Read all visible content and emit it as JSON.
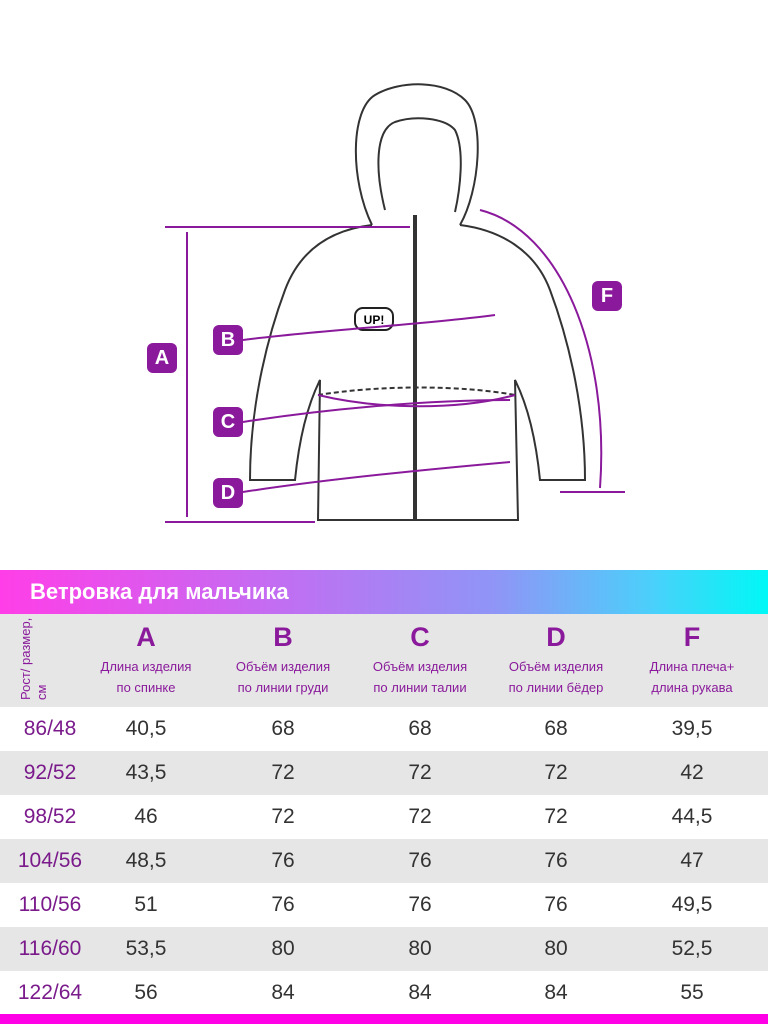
{
  "diagram": {
    "labels": {
      "A": "A",
      "B": "B",
      "C": "C",
      "D": "D",
      "F": "F"
    },
    "logo": "UP!"
  },
  "title": "Ветровка для мальчика",
  "table": {
    "row_header": "Рост/ размер, см",
    "columns": [
      {
        "letter": "A",
        "desc1": "Длина изделия",
        "desc2": "по спинке"
      },
      {
        "letter": "B",
        "desc1": "Объём изделия",
        "desc2": "по линии груди"
      },
      {
        "letter": "C",
        "desc1": "Объём изделия",
        "desc2": "по линии талии"
      },
      {
        "letter": "D",
        "desc1": "Объём изделия",
        "desc2": "по линии бёдер"
      },
      {
        "letter": "F",
        "desc1": "Длина плеча+",
        "desc2": "длина рукава"
      }
    ],
    "rows": [
      {
        "size": "86/48",
        "values": [
          "40,5",
          "68",
          "68",
          "68",
          "39,5"
        ]
      },
      {
        "size": "92/52",
        "values": [
          "43,5",
          "72",
          "72",
          "72",
          "42"
        ]
      },
      {
        "size": "98/52",
        "values": [
          "46",
          "72",
          "72",
          "72",
          "44,5"
        ]
      },
      {
        "size": "104/56",
        "values": [
          "48,5",
          "76",
          "76",
          "76",
          "47"
        ]
      },
      {
        "size": "110/56",
        "values": [
          "51",
          "76",
          "76",
          "76",
          "49,5"
        ]
      },
      {
        "size": "116/60",
        "values": [
          "53,5",
          "80",
          "80",
          "80",
          "52,5"
        ]
      },
      {
        "size": "122/64",
        "values": [
          "56",
          "84",
          "84",
          "84",
          "55"
        ]
      }
    ]
  },
  "colors": {
    "accent": "#8a1a9b",
    "stripe": "#e6e6e6",
    "bottom_bar": "#ff00e6"
  }
}
